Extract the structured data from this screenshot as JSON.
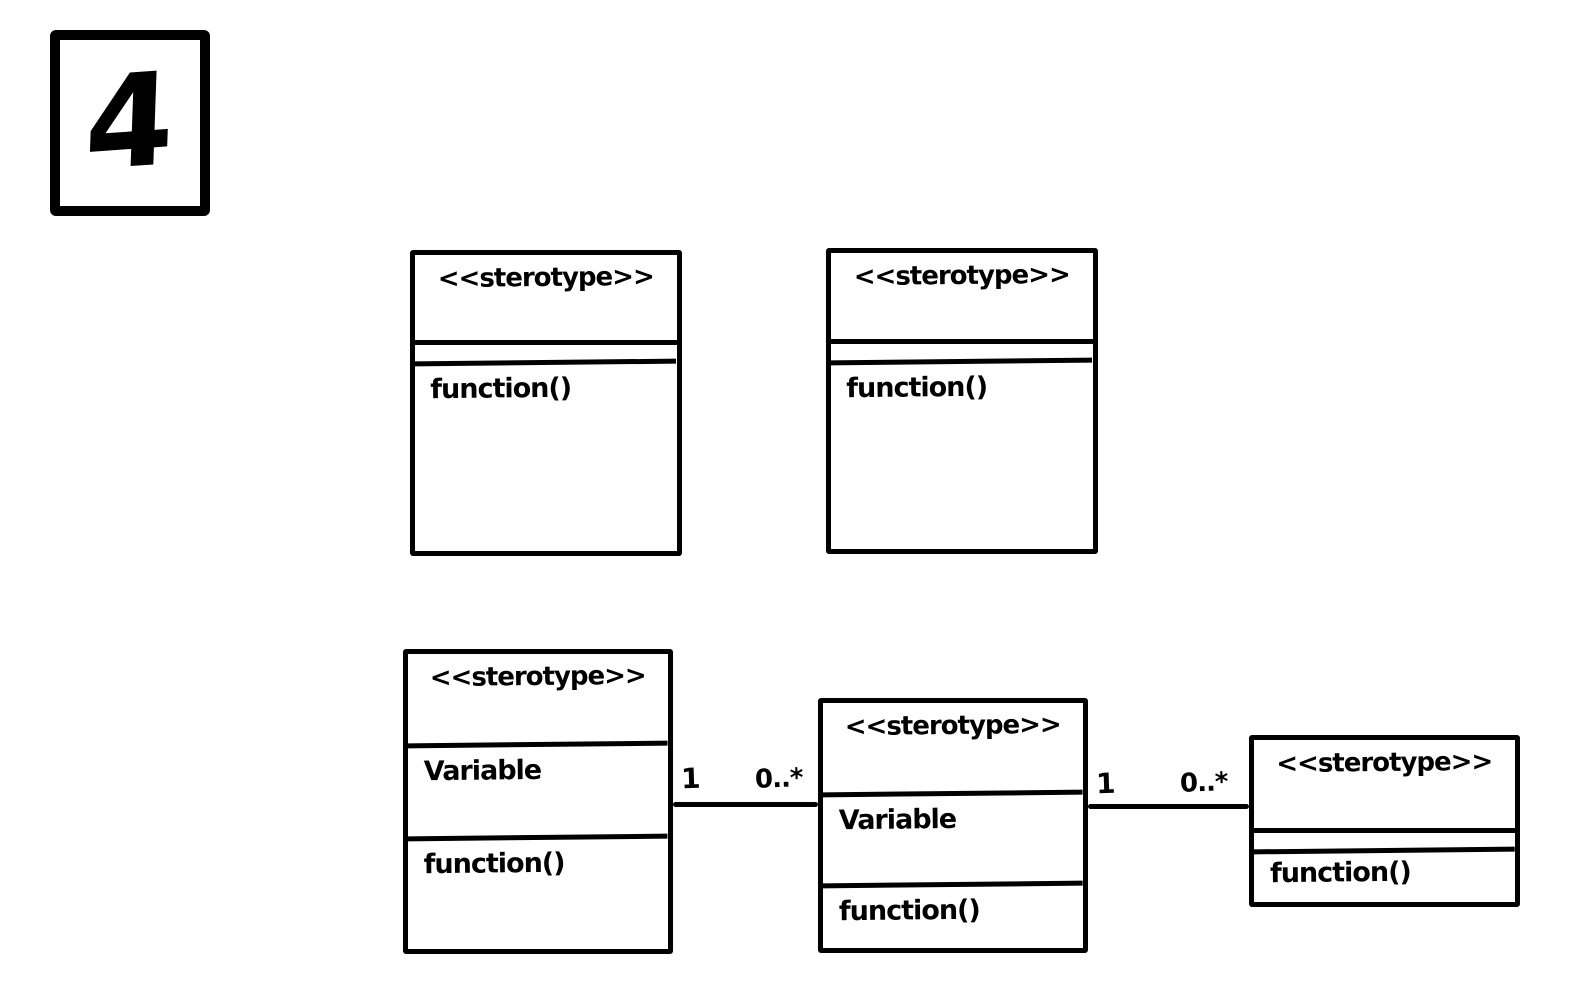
{
  "canvas": {
    "background": "#ffffff",
    "ink": "#000000"
  },
  "step_badge": {
    "number": "4"
  },
  "diagram": {
    "type": "uml-class-diagram",
    "classes": [
      {
        "id": "top-left",
        "stereotype": "<<sterotype>>",
        "attribute": "",
        "method": "function()"
      },
      {
        "id": "top-right",
        "stereotype": "<<sterotype>>",
        "attribute": "",
        "method": "function()"
      },
      {
        "id": "bottom-left",
        "stereotype": "<<sterotype>>",
        "attribute": "Variable",
        "method": "function()"
      },
      {
        "id": "bottom-middle",
        "stereotype": "<<sterotype>>",
        "attribute": "Variable",
        "method": "function()"
      },
      {
        "id": "bottom-right",
        "stereotype": "<<sterotype>>",
        "attribute": "",
        "method": "function()"
      }
    ],
    "associations": [
      {
        "from": "bottom-left",
        "to": "bottom-middle",
        "from_multiplicity": "1",
        "to_multiplicity": "0..*"
      },
      {
        "from": "bottom-middle",
        "to": "bottom-right",
        "from_multiplicity": "1",
        "to_multiplicity": "0..*"
      }
    ]
  }
}
